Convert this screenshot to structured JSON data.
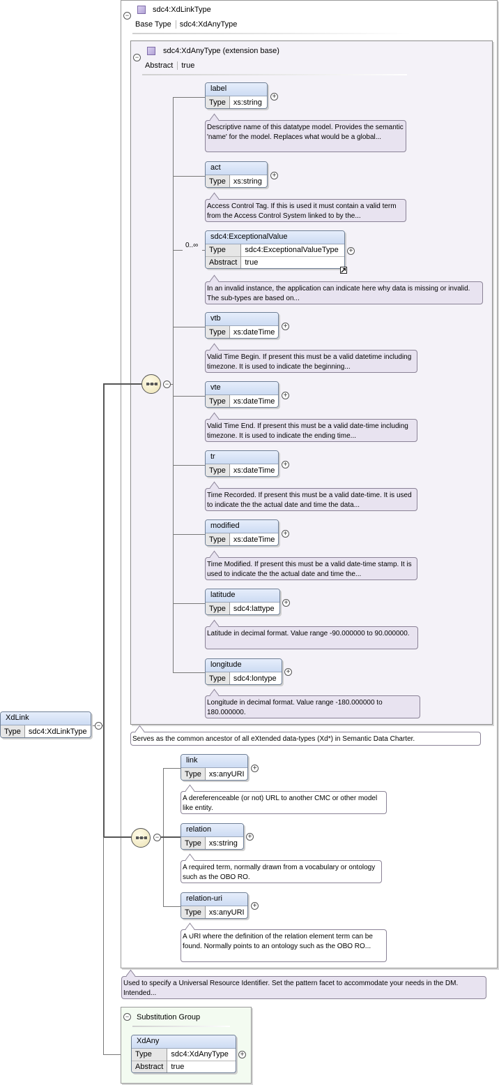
{
  "root": {
    "name": "XdLink",
    "type_key": "Type",
    "type_value": "sdc4:XdLinkType"
  },
  "complex_type": {
    "name": "sdc4:XdLinkType",
    "base_key": "Base Type",
    "base_value": "sdc4:XdAnyType"
  },
  "extension_base": {
    "name": "sdc4:XdAnyType (extension base)",
    "abstract_key": "Abstract",
    "abstract_value": "true",
    "doc": "Serves as the common ancestor of all eXtended data-types (Xd*) in Semantic Data Charter."
  },
  "base_elements": [
    {
      "name": "label",
      "type_key": "Type",
      "type": "xs:string",
      "doc": "Descriptive name of this datatype model. Provides the semantic 'name' for the model. Replaces what would be a global..."
    },
    {
      "name": "act",
      "type_key": "Type",
      "type": "xs:string",
      "doc": "Access Control Tag. If this is used it must contain a valid term from the Access Control System linked to by the..."
    },
    {
      "name": "sdc4:ExceptionalValue",
      "type_key": "Type",
      "type": "sdc4:ExceptionalValueType",
      "abstract_key": "Abstract",
      "abstract": "true",
      "cardinality": "0..∞",
      "doc": "In an invalid instance, the application can indicate here why data is missing or invalid. The sub-types are based on..."
    },
    {
      "name": "vtb",
      "type_key": "Type",
      "type": "xs:dateTime",
      "doc": "Valid Time Begin. If present this must be a valid datetime including timezone. It is used to indicate the beginning..."
    },
    {
      "name": "vte",
      "type_key": "Type",
      "type": "xs:dateTime",
      "doc": "Valid Time End. If present this must be a valid date-time including timezone. It is used to indicate the ending time..."
    },
    {
      "name": "tr",
      "type_key": "Type",
      "type": "xs:dateTime",
      "doc": "Time Recorded. If present this must be a valid date-time. It is used to indicate the the actual date and time the data..."
    },
    {
      "name": "modified",
      "type_key": "Type",
      "type": "xs:dateTime",
      "doc": "Time Modified. If present this must be a valid date-time stamp. It is used to indicate the the actual date and time the..."
    },
    {
      "name": "latitude",
      "type_key": "Type",
      "type": "sdc4:lattype",
      "doc": "Latitude in decimal format. Value range -90.000000 to 90.000000."
    },
    {
      "name": "longitude",
      "type_key": "Type",
      "type": "sdc4:lontype",
      "doc": "Longitude in decimal format. Value range -180.000000 to 180.000000."
    }
  ],
  "link_elements": [
    {
      "name": "link",
      "type_key": "Type",
      "type": "xs:anyURI",
      "doc": "A dereferenceable (or not) URL to another CMC or other model like entity."
    },
    {
      "name": "relation",
      "type_key": "Type",
      "type": "xs:string",
      "doc": "A required term, normally drawn from a vocabulary or ontology such as the OBO RO."
    },
    {
      "name": "relation-uri",
      "type_key": "Type",
      "type": "xs:anyURI",
      "doc": "A URI where the definition of the relation element term can be found. Normally points to an ontology such as the OBO RO..."
    }
  ],
  "type_doc": "Used to specify a Universal Resource Identifier. Set the pattern facet to accommodate your needs in the DM. Intended...",
  "substitution": {
    "title": "Substitution Group",
    "name": "XdAny",
    "type_key": "Type",
    "type": "sdc4:XdAnyType",
    "abstract_key": "Abstract",
    "abstract": "true"
  },
  "colors": {
    "element_header": "#cddcf3",
    "doc_fill": "#e8e3f0",
    "inner_frame": "#f4f2f8",
    "subst_frame": "#f3fbf1"
  },
  "icons": {
    "collapse": "minus-circle-icon",
    "expand": "plus-circle-icon",
    "sequence": "sequence-compositor-icon",
    "complex_type": "square-type-icon",
    "reference": "arrow-reference-icon"
  }
}
